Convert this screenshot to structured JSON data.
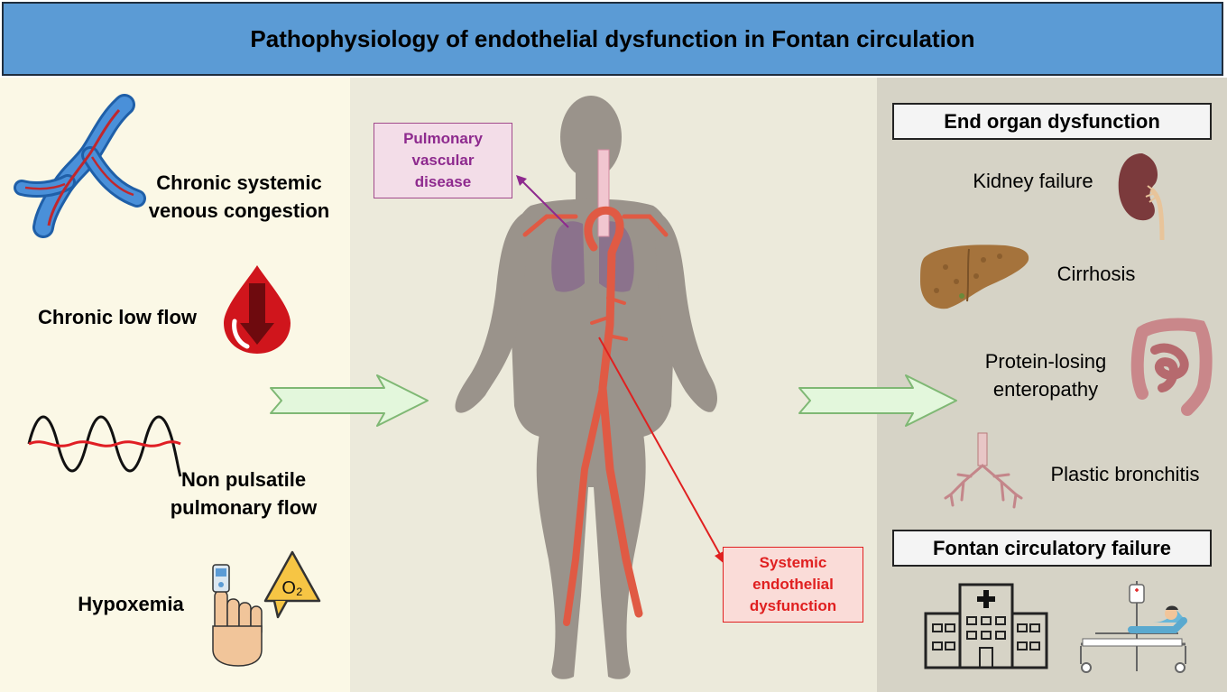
{
  "title": "Pathophysiology of endothelial dysfunction in Fontan circulation",
  "causes": {
    "venous": "Chronic systemic venous congestion",
    "venous_l1": "Chronic systemic",
    "venous_l2": "venous congestion",
    "low_flow": "Chronic low flow",
    "nonpulsatile_l1": "Non pulsatile",
    "nonpulsatile_l2": "pulmonary flow",
    "hypoxemia": "Hypoxemia",
    "o2_symbol": "O₂"
  },
  "center": {
    "pulmonary_l1": "Pulmonary",
    "pulmonary_l2": "vascular",
    "pulmonary_l3": "disease",
    "systemic_l1": "Systemic",
    "systemic_l2": "endothelial",
    "systemic_l3": "dysfunction"
  },
  "outcomes": {
    "end_organ_header": "End organ dysfunction",
    "kidney": "Kidney failure",
    "cirrhosis": "Cirrhosis",
    "ple_l1": "Protein-losing",
    "ple_l2": "enteropathy",
    "bronchitis": "Plastic bronchitis",
    "fontan_header": "Fontan circulatory failure"
  },
  "colors": {
    "title_bg": "#5b9bd5",
    "left_bg": "#fbf8e6",
    "mid_bg": "#eceadb",
    "right_bg": "#d6d3c6",
    "pulmonary_text": "#8e2a8e",
    "systemic_text": "#e02020",
    "arrow_fill": "#e3f7dc",
    "arrow_stroke": "#7fb874"
  }
}
